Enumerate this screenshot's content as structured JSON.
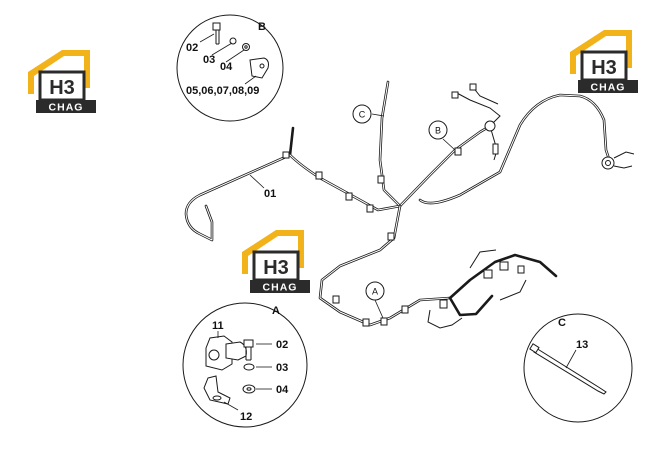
{
  "logos": {
    "brand_colors": {
      "gold": "#f2b21a",
      "dark": "#2b2b2b",
      "white": "#ffffff"
    },
    "items": [
      {
        "name": "logo-top-left",
        "top_text": "H3",
        "bottom_text": "CHAG"
      },
      {
        "name": "logo-top-right",
        "top_text": "H3",
        "bottom_text": "CHAG"
      },
      {
        "name": "logo-center",
        "top_text": "H3",
        "bottom_text": "CHAG"
      }
    ]
  },
  "detail_b": {
    "letter": "B",
    "labels": {
      "p02": "02",
      "p03": "03",
      "p04": "04",
      "p05_09": "05,06,07,08,09"
    }
  },
  "detail_a": {
    "letter": "A",
    "labels": {
      "p11": "11",
      "p02": "02",
      "p03": "03",
      "p04": "04",
      "p12": "12"
    }
  },
  "detail_c": {
    "letter": "C",
    "labels": {
      "p13": "13"
    }
  },
  "main": {
    "label_01": "01",
    "callout_a": "A",
    "callout_b": "B",
    "callout_c": "C"
  }
}
